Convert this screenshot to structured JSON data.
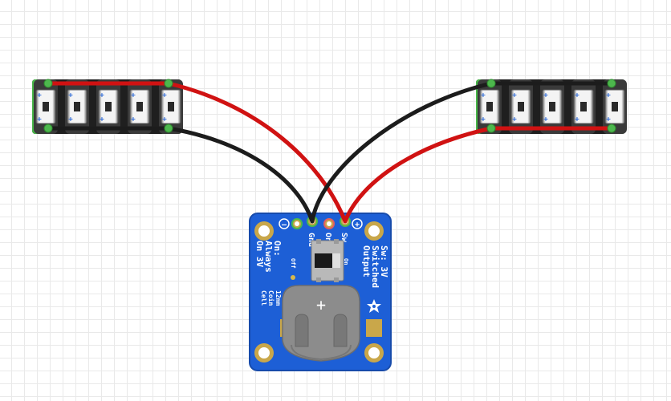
{
  "colors": {
    "canvas_bg": "#ffffff",
    "grid": "#e9e9e9",
    "pcb_blue": "#1d5fd6",
    "pcb_edge": "#174bab",
    "pad_gold": "#c9a74a",
    "strip_base": "#1a1a1a",
    "strip_pad": "#48b648",
    "wire_red": "#d01212",
    "wire_black": "#1c1c1c",
    "holder_gray": "#8c8c8c",
    "led_body": "#f4f4f4"
  },
  "strips": [
    {
      "id": "left-strip",
      "pixel_count": 5
    },
    {
      "id": "right-strip",
      "pixel_count": 5
    }
  ],
  "pixel_polarity": {
    "plus": "+",
    "minus": "–"
  },
  "board": {
    "pins": {
      "gnd": "Gnd",
      "on": "On",
      "sw": "Sw"
    },
    "minus_symbol": "–",
    "plus_symbol": "+",
    "switch_off": "Off",
    "switch_on": "On",
    "left_text": [
      "On:",
      "Always",
      "On 3V"
    ],
    "right_text": [
      "Sw: 3V",
      "Switched",
      "Output"
    ],
    "cell_text": [
      "12mm",
      "Coin",
      "Cell"
    ],
    "holder_plus": "+",
    "logo": "adafruit-flower-icon"
  },
  "wires": [
    {
      "id": "left-strip-positive",
      "color": "red",
      "from": "left-strip",
      "to": "Sw"
    },
    {
      "id": "left-strip-ground",
      "color": "black",
      "from": "left-strip",
      "to": "Gnd"
    },
    {
      "id": "right-strip-ground",
      "color": "black",
      "from": "right-strip",
      "to": "Gnd"
    },
    {
      "id": "right-strip-positive",
      "color": "red",
      "from": "right-strip",
      "to": "Sw"
    }
  ]
}
